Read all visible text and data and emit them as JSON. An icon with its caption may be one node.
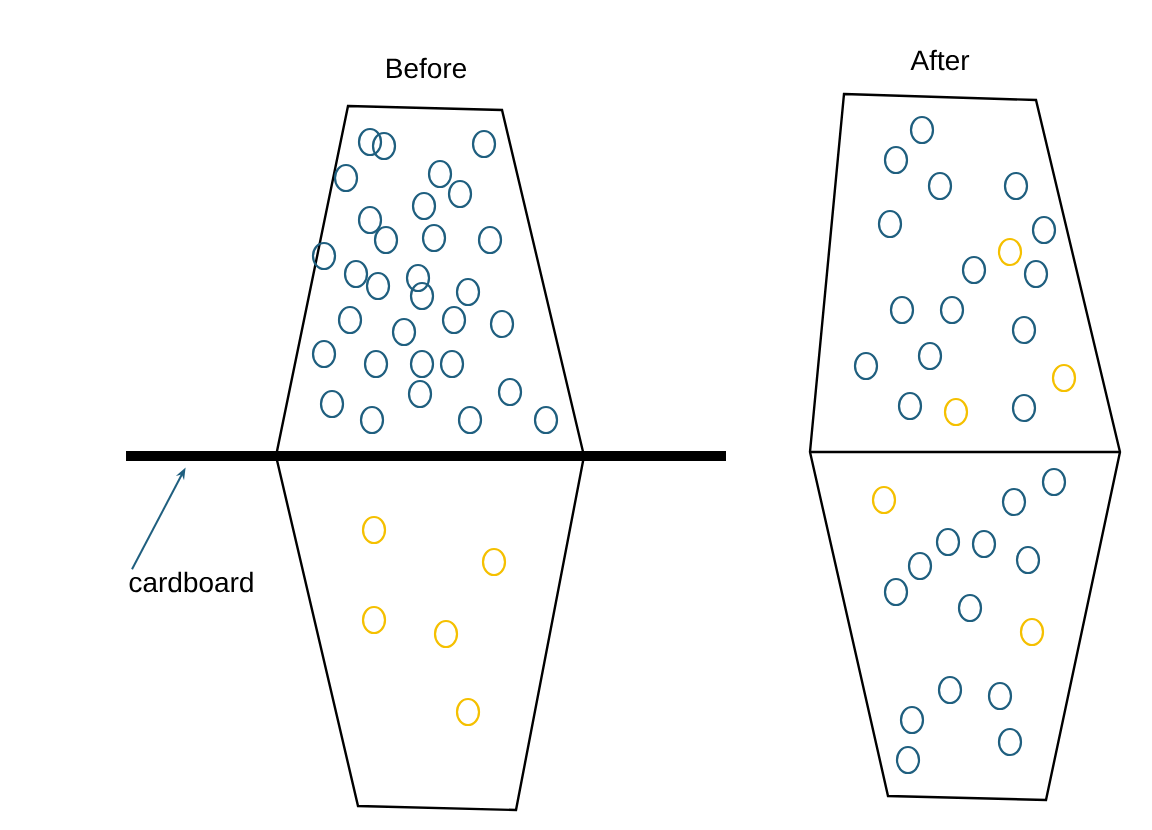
{
  "diagram": {
    "nodes": [
      {
        "text": [
          "Before"
        ]
      },
      {
        "text": [
          "After"
        ]
      },
      {
        "text": [
          "cardboard"
        ]
      },
      {
        "text": [],
        "shape": "bar"
      }
    ],
    "edges": [
      {
        "from": 2,
        "to": 3,
        "arrow": "to",
        "color": "#1f5f7f"
      }
    ]
  }
}
